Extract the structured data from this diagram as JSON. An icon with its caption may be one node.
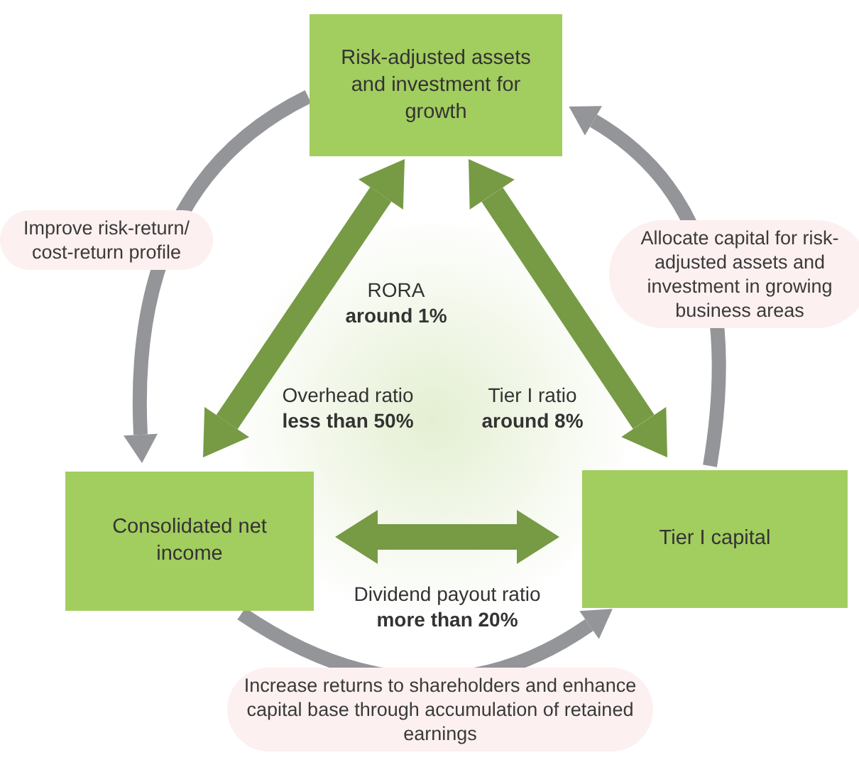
{
  "diagram": {
    "nodes": [
      {
        "text": [
          "Risk-adjusted assets and investment for growth"
        ]
      },
      {
        "text": [
          "Consolidated net income"
        ]
      },
      {
        "text": [
          "Tier I capital"
        ]
      }
    ],
    "edges": [
      {
        "from": 1,
        "to": 0,
        "arrow": "both",
        "style": "thick"
      },
      {
        "from": 2,
        "to": 0,
        "arrow": "both",
        "style": "thick"
      },
      {
        "from": 1,
        "to": 2,
        "arrow": "both",
        "style": "thick"
      },
      {
        "from": 0,
        "to": 1,
        "arrow": "to",
        "color": "#939598",
        "label": "Improve risk-return/ cost-return profile"
      },
      {
        "from": 2,
        "to": 0,
        "arrow": "to",
        "color": "#939598",
        "label": "Allocate capital for risk-adjusted assets and investment in growing business areas"
      },
      {
        "from": 1,
        "to": 2,
        "arrow": "to",
        "color": "#939598",
        "label": "Increase returns to shareholders and enhance capital base through accumulation of retained earnings"
      }
    ],
    "labels": [
      "RORA **around 1%**",
      "Overhead ratio **less than 50%**",
      "Tier I ratio **around 8%**",
      "Dividend payout ratio **more than 20%**"
    ]
  }
}
